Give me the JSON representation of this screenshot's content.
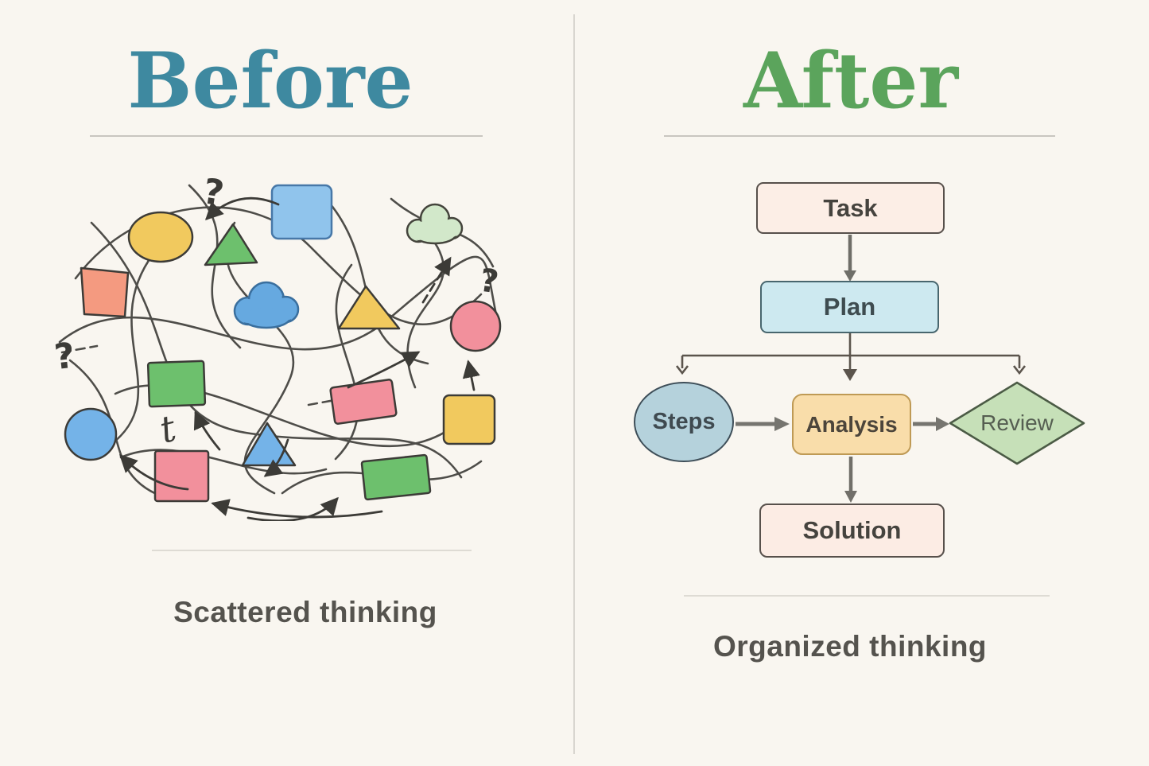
{
  "page": {
    "background_color": "#f9f6f0",
    "divider_color": "#d9d6d0"
  },
  "before": {
    "title": "Before",
    "title_color": "#3e89a0",
    "caption": "Scattered thinking",
    "question_marks": [
      "?",
      "?",
      "?"
    ],
    "scribble": "t",
    "palette": {
      "yellow": "#f1c95e",
      "salmon": "#f49a80",
      "green": "#6dc06d",
      "sky_blue": "#90c4ec",
      "blue": "#74b3e8",
      "cloud_blue": "#66a9e0",
      "cloud_green": "#d2e8ca",
      "pink": "#f2909c",
      "ink": "#3c3b37"
    },
    "shapes": [
      "yellow-ellipse",
      "salmon-trapezoid",
      "green-triangle",
      "blue-rounded-square",
      "blue-cloud",
      "green-cloud",
      "yellow-triangle",
      "pink-circle",
      "green-square",
      "blue-circle",
      "pink-rotated-rectangle",
      "yellow-rounded-square",
      "blue-triangle",
      "pink-square",
      "green-rotated-rectangle"
    ]
  },
  "after": {
    "title": "After",
    "title_color": "#5ba45c",
    "caption": "Organized thinking",
    "nodes": [
      {
        "id": "task",
        "label": "Task",
        "shape": "rectangle",
        "fill": "#fceee6"
      },
      {
        "id": "plan",
        "label": "Plan",
        "shape": "rectangle",
        "fill": "#cde9f0"
      },
      {
        "id": "steps",
        "label": "Steps",
        "shape": "ellipse",
        "fill": "#b5d2dc"
      },
      {
        "id": "analysis",
        "label": "Analysis",
        "shape": "rectangle",
        "fill": "#f9ddaa"
      },
      {
        "id": "review",
        "label": "Review",
        "shape": "diamond",
        "fill": "#c6e0b8"
      },
      {
        "id": "solution",
        "label": "Solution",
        "shape": "rectangle",
        "fill": "#fcece4"
      }
    ],
    "edges": [
      "Task → Plan",
      "Plan → Steps",
      "Plan → Analysis",
      "Plan → Review",
      "Steps → Analysis",
      "Analysis → Review",
      "Analysis → Solution"
    ]
  }
}
